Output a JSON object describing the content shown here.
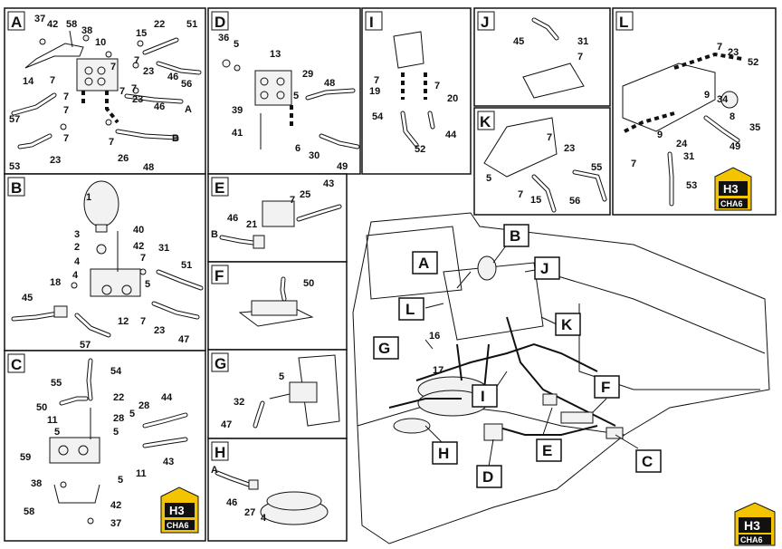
{
  "panels": {
    "A": {
      "letter": "A",
      "callouts": [
        "37",
        "42",
        "58",
        "38",
        "10",
        "15",
        "22",
        "51",
        "14",
        "7",
        "7",
        "7",
        "7",
        "23",
        "23",
        "46",
        "56",
        "7",
        "7",
        "46",
        "A",
        "57",
        "7",
        "B",
        "7",
        "26",
        "48",
        "53",
        "23",
        "7"
      ]
    },
    "B": {
      "letter": "B",
      "callouts": [
        "1",
        "40",
        "3",
        "42",
        "2",
        "4",
        "31",
        "51",
        "45",
        "18",
        "4",
        "7",
        "5",
        "12",
        "7",
        "23",
        "47",
        "57"
      ]
    },
    "C": {
      "letter": "C",
      "callouts": [
        "54",
        "55",
        "50",
        "22",
        "11",
        "28",
        "28",
        "44",
        "5",
        "5",
        "5",
        "59",
        "43",
        "5",
        "11",
        "38",
        "42",
        "58",
        "37"
      ]
    },
    "D": {
      "letter": "D",
      "callouts": [
        "36",
        "5",
        "13",
        "5",
        "29",
        "48",
        "39",
        "41",
        "6",
        "30",
        "49"
      ]
    },
    "E": {
      "letter": "E",
      "callouts": [
        "43",
        "25",
        "7",
        "46",
        "21",
        "B"
      ]
    },
    "F": {
      "letter": "F",
      "callouts": [
        "50"
      ]
    },
    "G": {
      "letter": "G",
      "callouts": [
        "5",
        "32",
        "47"
      ]
    },
    "H": {
      "letter": "H",
      "callouts": [
        "A",
        "46",
        "27",
        "4"
      ]
    },
    "I": {
      "letter": "I",
      "callouts": [
        "7",
        "7",
        "19",
        "20",
        "54",
        "44",
        "52"
      ]
    },
    "J": {
      "letter": "J",
      "callouts": [
        "45",
        "31",
        "7"
      ]
    },
    "K": {
      "letter": "K",
      "callouts": [
        "7",
        "23",
        "55",
        "5",
        "7",
        "15",
        "56"
      ]
    },
    "L": {
      "letter": "L",
      "callouts": [
        "7",
        "23",
        "52",
        "9",
        "34",
        "8",
        "35",
        "9",
        "24",
        "49",
        "7",
        "31",
        "53"
      ]
    }
  },
  "overview": {
    "letters": [
      "B",
      "A",
      "J",
      "L",
      "K",
      "G",
      "16",
      "17",
      "I",
      "F",
      "H",
      "E",
      "C",
      "D"
    ]
  },
  "logo": {
    "top": "H3",
    "bottom": "CHA6"
  }
}
